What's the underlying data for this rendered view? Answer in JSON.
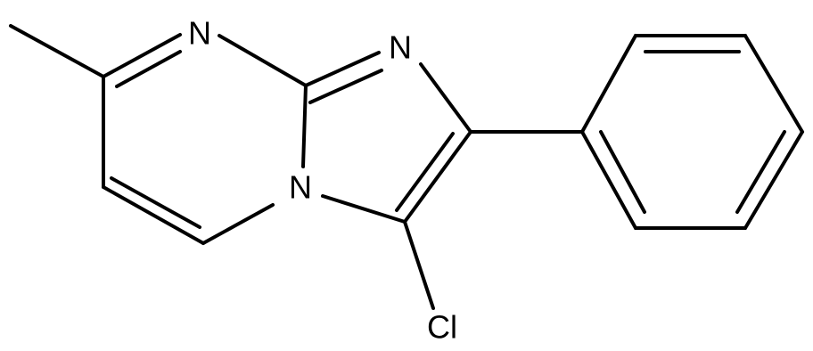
{
  "structure": {
    "atoms": [
      {
        "id": "n1",
        "symbol": "N"
      },
      {
        "id": "n2",
        "symbol": "N"
      },
      {
        "id": "n3",
        "symbol": "N"
      },
      {
        "id": "cl",
        "symbol": "Cl"
      }
    ],
    "line_color": "#000000",
    "background": "#ffffff"
  }
}
